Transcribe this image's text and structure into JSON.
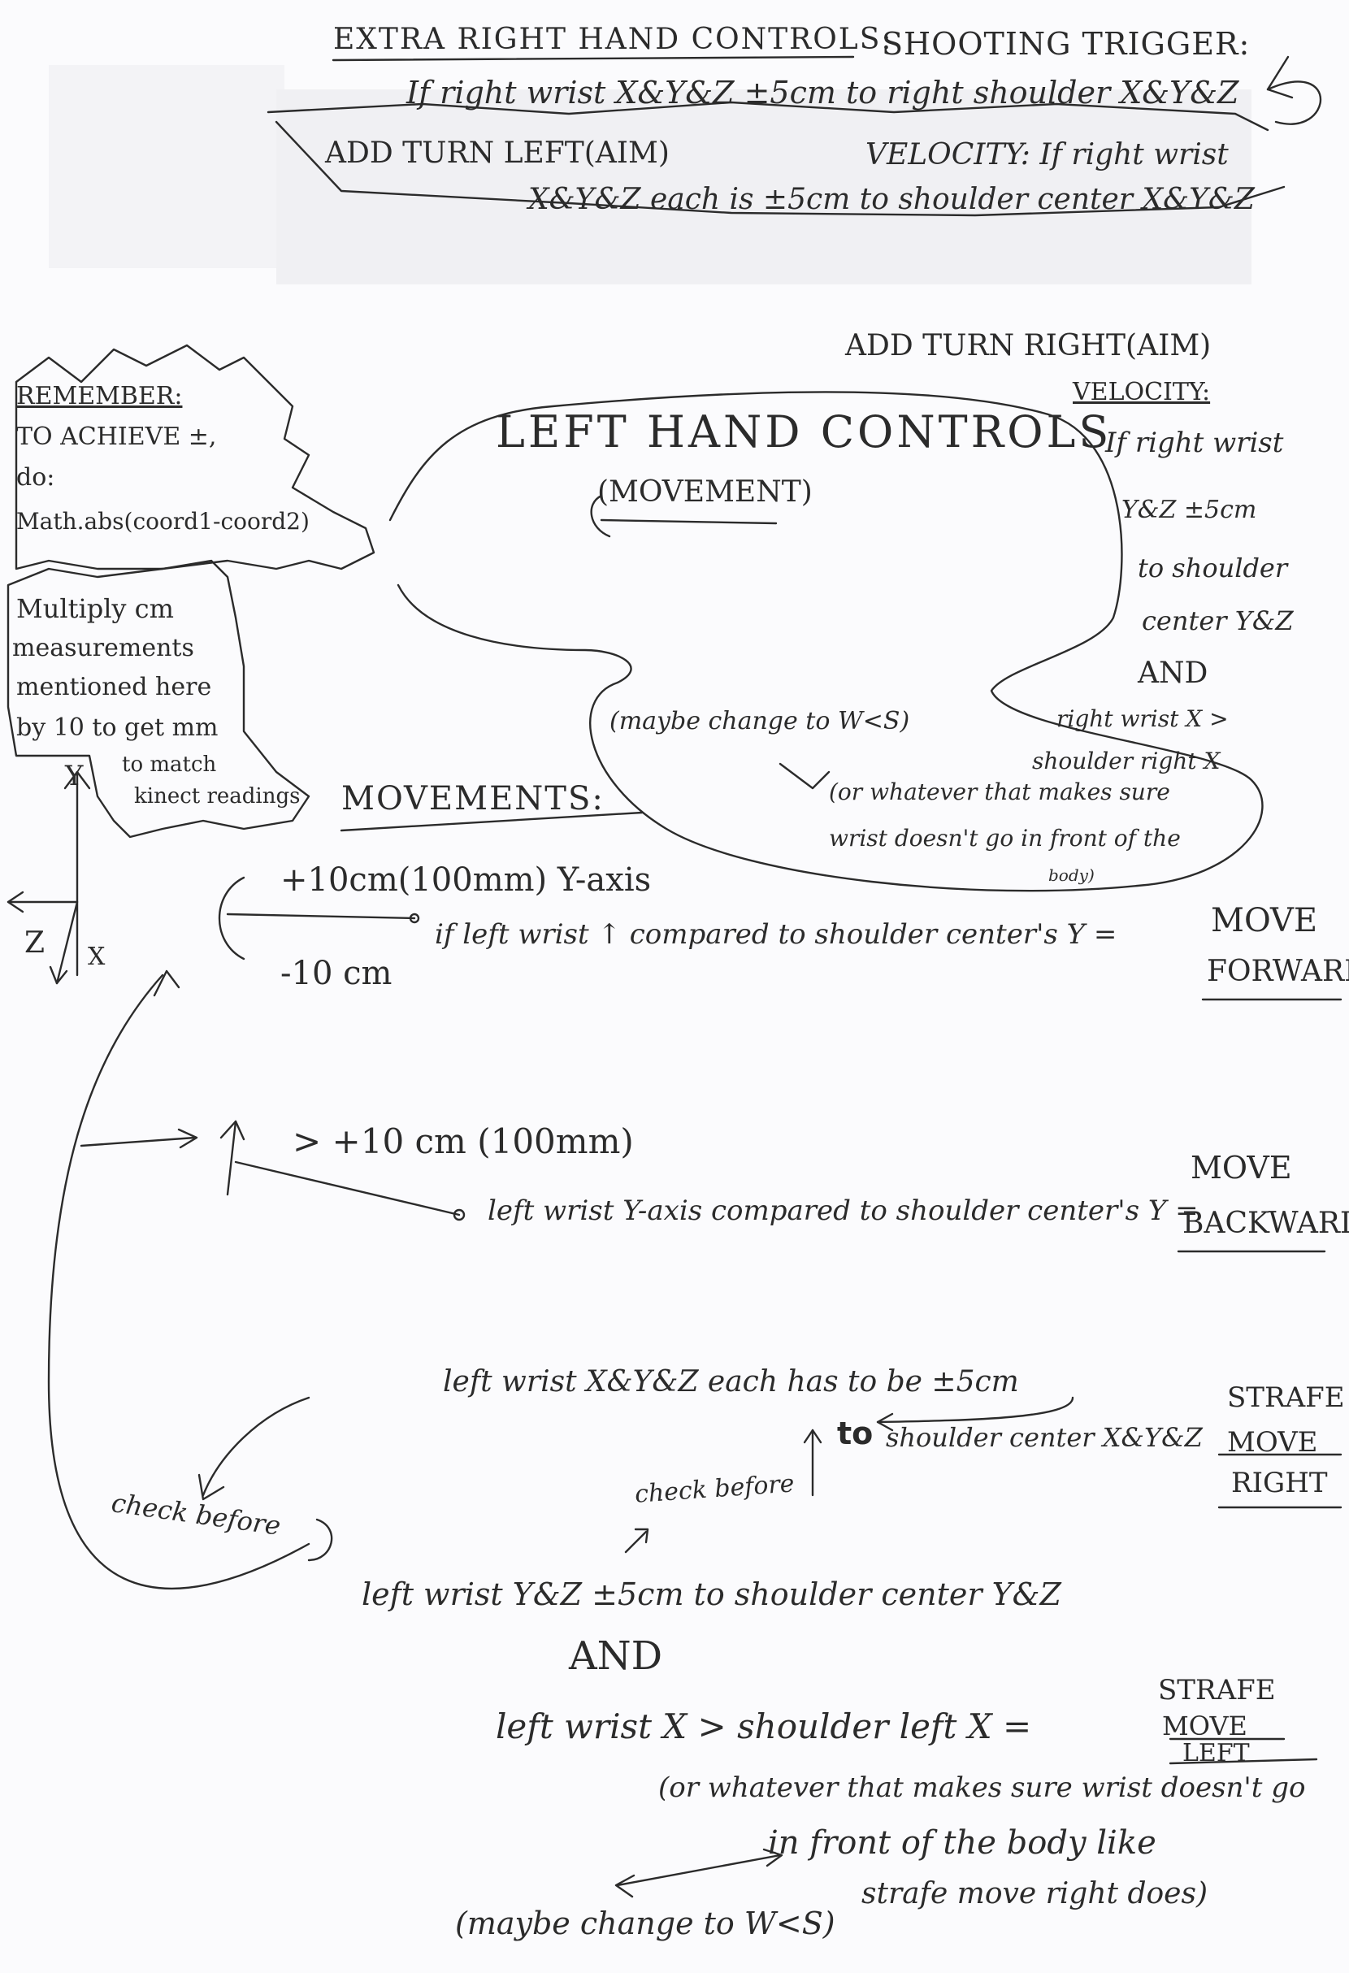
{
  "top": {
    "header_extra": "EXTRA RIGHT HAND CONTROLS:",
    "header_shoot": "SHOOTING TRIGGER:",
    "shoot_rule": "If right wrist X&Y&Z ±5cm to right shoulder X&Y&Z",
    "add_turn_left": "ADD TURN LEFT(AIM)",
    "velocity_left": "VELOCITY: If right wrist",
    "velocity_left_rule": "X&Y&Z each is ±5cm to shoulder center X&Y&Z"
  },
  "remember": {
    "title": "REMEMBER:",
    "line1": "TO ACHIEVE ±,",
    "line2": "do:",
    "line3": "Math.abs(coord1-coord2)"
  },
  "multiply": {
    "line1": "Multiply cm",
    "line2": "measurements",
    "line3": "mentioned here",
    "line4": "by 10 to get mm",
    "line5": "to match",
    "line6": "kinect readings"
  },
  "right_aim": {
    "add_turn_right": "ADD TURN RIGHT(AIM)",
    "velocity": "VELOCITY:",
    "r1": "If right wrist",
    "r2": "Y&Z ±5cm",
    "r3": "to shoulder",
    "r4": "center Y&Z",
    "r5": "AND",
    "r6": "right wrist X >",
    "r7": "shoulder right X",
    "maybe": "(maybe change to W<S)",
    "whatever1": "(or whatever that makes sure",
    "whatever2": "wrist doesn't go in front of the",
    "whatever3": "body)"
  },
  "left_hand": {
    "title": "LEFT HAND CONTROLS",
    "subtitle": "(MOVEMENT)"
  },
  "axes": {
    "y": "Y",
    "z": "Z",
    "x": "X"
  },
  "movements": {
    "heading": "MOVEMENTS:",
    "fwd_range_top": "+10cm(100mm) Y-axis",
    "fwd_range_bottom": "-10 cm",
    "fwd_rule": "if left wrist ↑ compared to shoulder center's Y =",
    "fwd_label1": "MOVE",
    "fwd_label2": "FORWARD",
    "back_range": "> +10 cm (100mm)",
    "back_rule": "left wrist Y-axis compared to shoulder center's Y =",
    "back_label1": "MOVE",
    "back_label2": "BACKWARD",
    "strafe_r_rule1": "left wrist X&Y&Z each has to be ±5cm",
    "strafe_r_to": "to",
    "strafe_r_rule2": "shoulder center X&Y&Z",
    "strafe_r_label1": "STRAFE",
    "strafe_r_label2": "MOVE",
    "strafe_r_label3": "RIGHT",
    "check_before1": "check before",
    "check_before2": "check before",
    "strafe_l_rule1": "left wrist Y&Z ±5cm to shoulder center Y&Z",
    "strafe_l_and": "AND",
    "strafe_l_rule2": "left wrist X > shoulder left X =",
    "strafe_l_label1": "STRAFE",
    "strafe_l_label2": "MOVE",
    "strafe_l_label3": "LEFT",
    "strafe_l_note1": "(or whatever that makes sure wrist doesn't go",
    "strafe_l_note2": "in front of the body like",
    "strafe_l_note3": "strafe move right does)",
    "strafe_l_maybe": "(maybe change to W<S)"
  }
}
